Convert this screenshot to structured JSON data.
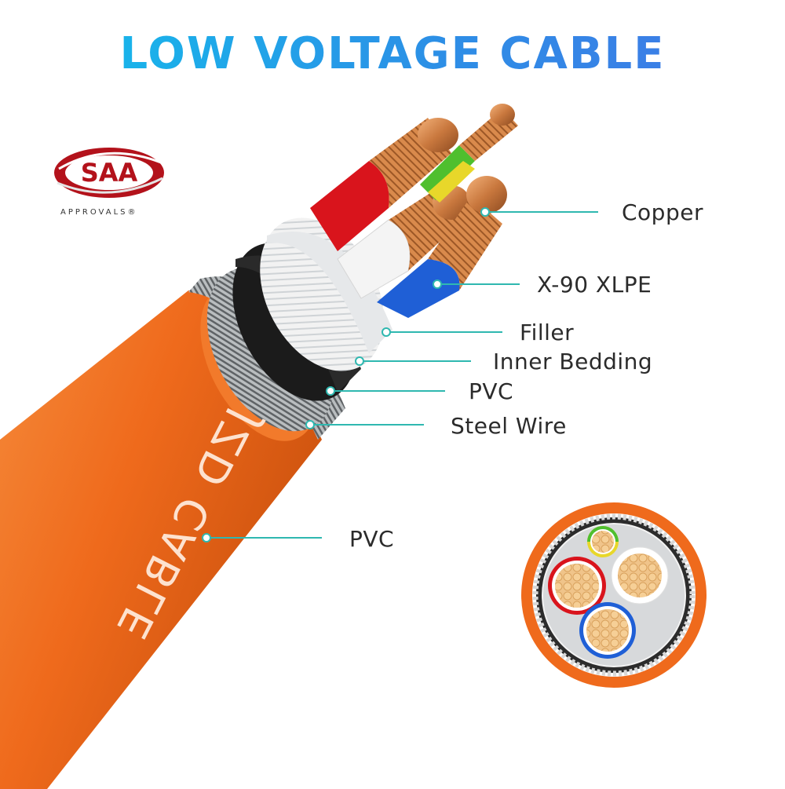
{
  "title": "LOW VOLTAGE CABLE",
  "badge": {
    "mark": "SAA",
    "caption": "APPROVALS®"
  },
  "cable_print": "JZD CABLE",
  "layers": [
    {
      "id": "copper",
      "label": "Copper"
    },
    {
      "id": "xlpe",
      "label": "X-90 XLPE"
    },
    {
      "id": "filler",
      "label": "Filler"
    },
    {
      "id": "inner-bedding",
      "label": "Inner Bedding"
    },
    {
      "id": "pvc-inner",
      "label": "PVC"
    },
    {
      "id": "steel-wire",
      "label": "Steel Wire"
    },
    {
      "id": "pvc-outer",
      "label": "PVC"
    }
  ],
  "colors": {
    "title_gradient_start": "#19b3ea",
    "title_gradient_end": "#3b7fe6",
    "leader_line": "#2fb8b0",
    "sheath_orange": "#ef6a1c",
    "copper": "#d98a4c",
    "core_red": "#d9141c",
    "core_blue": "#1f5fd6",
    "core_white": "#f4f4f4",
    "earth_green": "#4fbf2e",
    "earth_yellow": "#e8d72a"
  }
}
